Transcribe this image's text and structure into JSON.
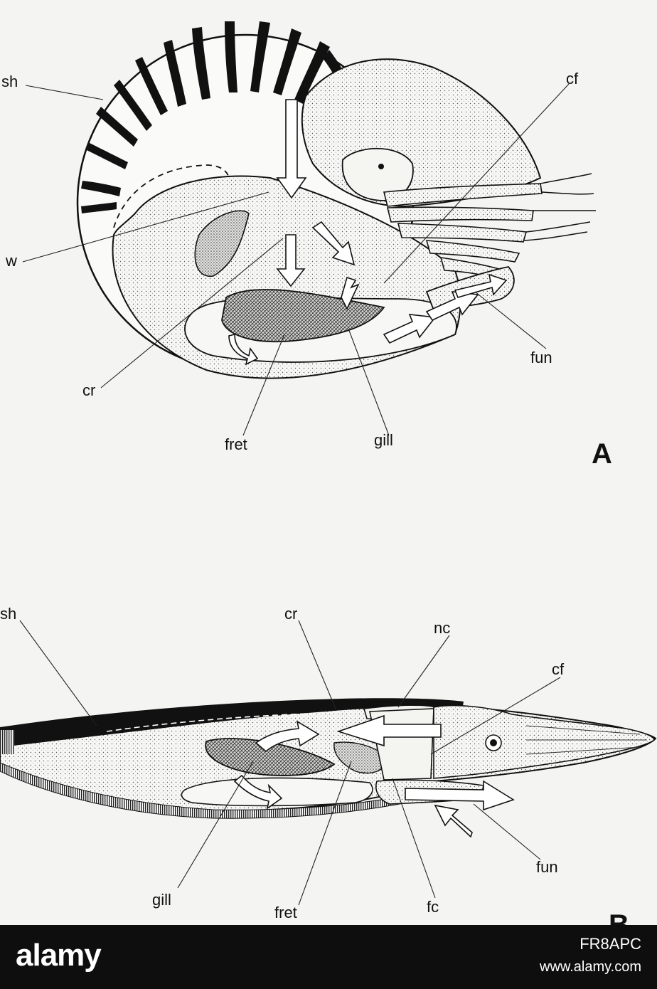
{
  "panel_a": {
    "letter": "A",
    "labels": {
      "sh": "sh",
      "w": "w",
      "cf": "cf",
      "cr": "cr",
      "fret": "fret",
      "gill": "gill",
      "fun": "fun"
    }
  },
  "panel_b": {
    "letter": "B",
    "labels": {
      "sh": "sh",
      "cr": "cr",
      "nc": "nc",
      "cf": "cf",
      "gill": "gill",
      "fret": "fret",
      "fc": "fc",
      "fun": "fun"
    }
  },
  "footer": {
    "logo": "alamy",
    "image_code": "FR8APC",
    "url": "www.alamy.com"
  }
}
